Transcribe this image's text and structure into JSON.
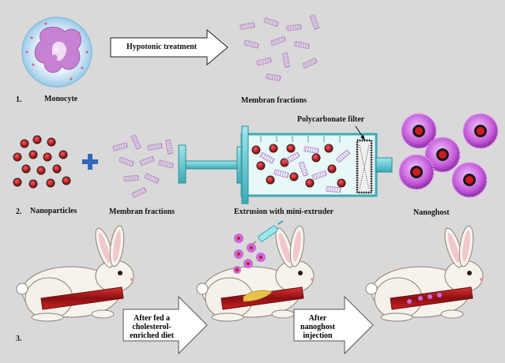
{
  "row1": {
    "number": "1.",
    "monocyte_label": "Monocyte",
    "arrow_label": "Hypotonic treatment",
    "membrane_label": "Membran fractions"
  },
  "row2": {
    "number": "2.",
    "nanoparticles_label": "Nanoparticles",
    "membrane_label": "Membran fractions",
    "extrusion_label": "Extrusion with mini-extruder",
    "filter_label": "Polycarbonate filter",
    "nanoghost_label": "Nanoghost"
  },
  "row3": {
    "number": "3.",
    "step1_label": [
      "After fed a",
      "cholesterol-",
      "enriched diet"
    ],
    "step2_label": [
      "After",
      "nanoghost",
      "injection"
    ]
  },
  "colors": {
    "background": "#d9d9d9",
    "membrane": "#c48fd6",
    "nanoparticle": "#c0161b",
    "syringe": "#5fc6cf",
    "nanoghost": "#c86ad8",
    "plus": "#2f68b8"
  }
}
